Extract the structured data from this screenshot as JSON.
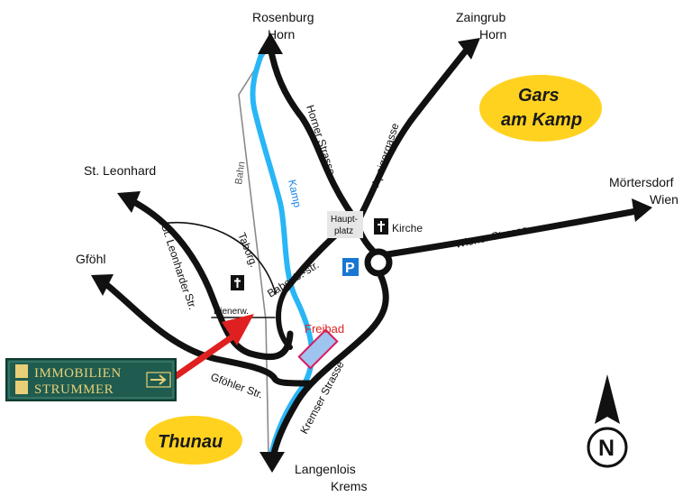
{
  "destinations": {
    "north": [
      "Rosenburg",
      "Horn"
    ],
    "northeast": [
      "Zaingrub",
      "Horn"
    ],
    "east": [
      "Mörtersdorf",
      "Wien"
    ],
    "west": "St. Leonhard",
    "southwest": "Gföhl",
    "south": [
      "Langenlois",
      "Krems"
    ]
  },
  "towns": {
    "gars": [
      "Gars",
      "am Kamp"
    ],
    "thunau": "Thunau"
  },
  "streets": {
    "horner": "Horner Strasse",
    "apoiger": "Apoigergasse",
    "wiener": "Wiener Strasse",
    "st_leonharder": [
      "St. Leonharder",
      "Str."
    ],
    "taborg": "Taborg.",
    "babenb": "Babenb.-str.",
    "dienerw": "Dienerw.",
    "gfoehler": "Gföhler Str.",
    "kremser": "Kremser Strasse"
  },
  "landmarks": {
    "hauptplatz": [
      "Haupt-",
      "platz"
    ],
    "kirche": "Kirche",
    "parking": "P",
    "freibad": "Freibad",
    "bahn": "Bahn",
    "kamp": "Kamp",
    "compass": "N"
  },
  "sign": {
    "line1": "IMMOBILIEN",
    "line2": "STRUMMER"
  },
  "colors": {
    "road": "#111111",
    "river": "#29b6f6",
    "rail": "#8a8a8a",
    "town_fill": "#ffd21f",
    "sign_bg": "#1f5c4f",
    "sign_text": "#e8cf77",
    "pointer": "#e02020",
    "freibad": "#d81b60",
    "parking": "#1976d2"
  }
}
